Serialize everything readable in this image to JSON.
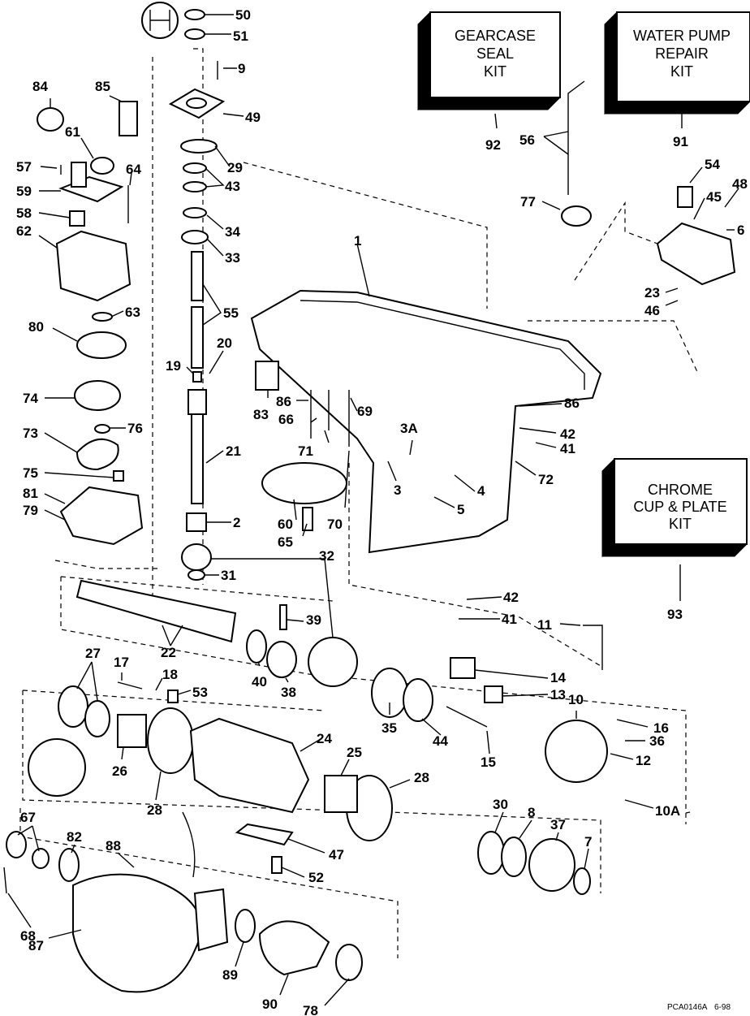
{
  "kits": {
    "gearcase_seal": [
      "GEARCASE",
      "SEAL",
      "KIT"
    ],
    "water_pump": [
      "WATER PUMP",
      "REPAIR",
      "KIT"
    ],
    "chrome_cup": [
      "CHROME",
      "CUP & PLATE",
      "KIT"
    ]
  },
  "labels": {
    "l1": "1",
    "l2": "2",
    "l3": "3",
    "l3a": "3A",
    "l4": "4",
    "l5": "5",
    "l6": "6",
    "l7": "7",
    "l8": "8",
    "l9": "9",
    "l10": "10",
    "l10a": "10A",
    "l11": "11",
    "l12": "12",
    "l13": "13",
    "l14": "14",
    "l15": "15",
    "l16": "16",
    "l17": "17",
    "l18": "18",
    "l19": "19",
    "l20": "20",
    "l21": "21",
    "l22": "22",
    "l23": "23",
    "l24": "24",
    "l25": "25",
    "l26": "26",
    "l27": "27",
    "l28a": "28",
    "l28b": "28",
    "l29": "29",
    "l30": "30",
    "l31": "31",
    "l32": "32",
    "l33": "33",
    "l34": "34",
    "l35": "35",
    "l36": "36",
    "l37": "37",
    "l38": "38",
    "l39": "39",
    "l40": "40",
    "l41a": "41",
    "l41b": "41",
    "l42a": "42",
    "l42b": "42",
    "l43": "43",
    "l44": "44",
    "l45": "45",
    "l46": "46",
    "l47": "47",
    "l48": "48",
    "l49": "49",
    "l50": "50",
    "l51": "51",
    "l52": "52",
    "l53": "53",
    "l54": "54",
    "l55": "55",
    "l56": "56",
    "l57": "57",
    "l58": "58",
    "l59": "59",
    "l60": "60",
    "l61": "61",
    "l62": "62",
    "l63": "63",
    "l64": "64",
    "l65": "65",
    "l66": "66",
    "l67": "67",
    "l68": "68",
    "l69": "69",
    "l70": "70",
    "l71": "71",
    "l72": "72",
    "l73": "73",
    "l74": "74",
    "l75": "75",
    "l76": "76",
    "l77": "77",
    "l78": "78",
    "l79": "79",
    "l80": "80",
    "l81": "81",
    "l82": "82",
    "l83": "83",
    "l84": "84",
    "l85": "85",
    "l86a": "86",
    "l86b": "86",
    "l87": "87",
    "l88": "88",
    "l89": "89",
    "l90": "90",
    "l91": "91",
    "l92": "92",
    "l93": "93"
  },
  "footer": {
    "code": "PCA0146A",
    "date": "6-98"
  }
}
